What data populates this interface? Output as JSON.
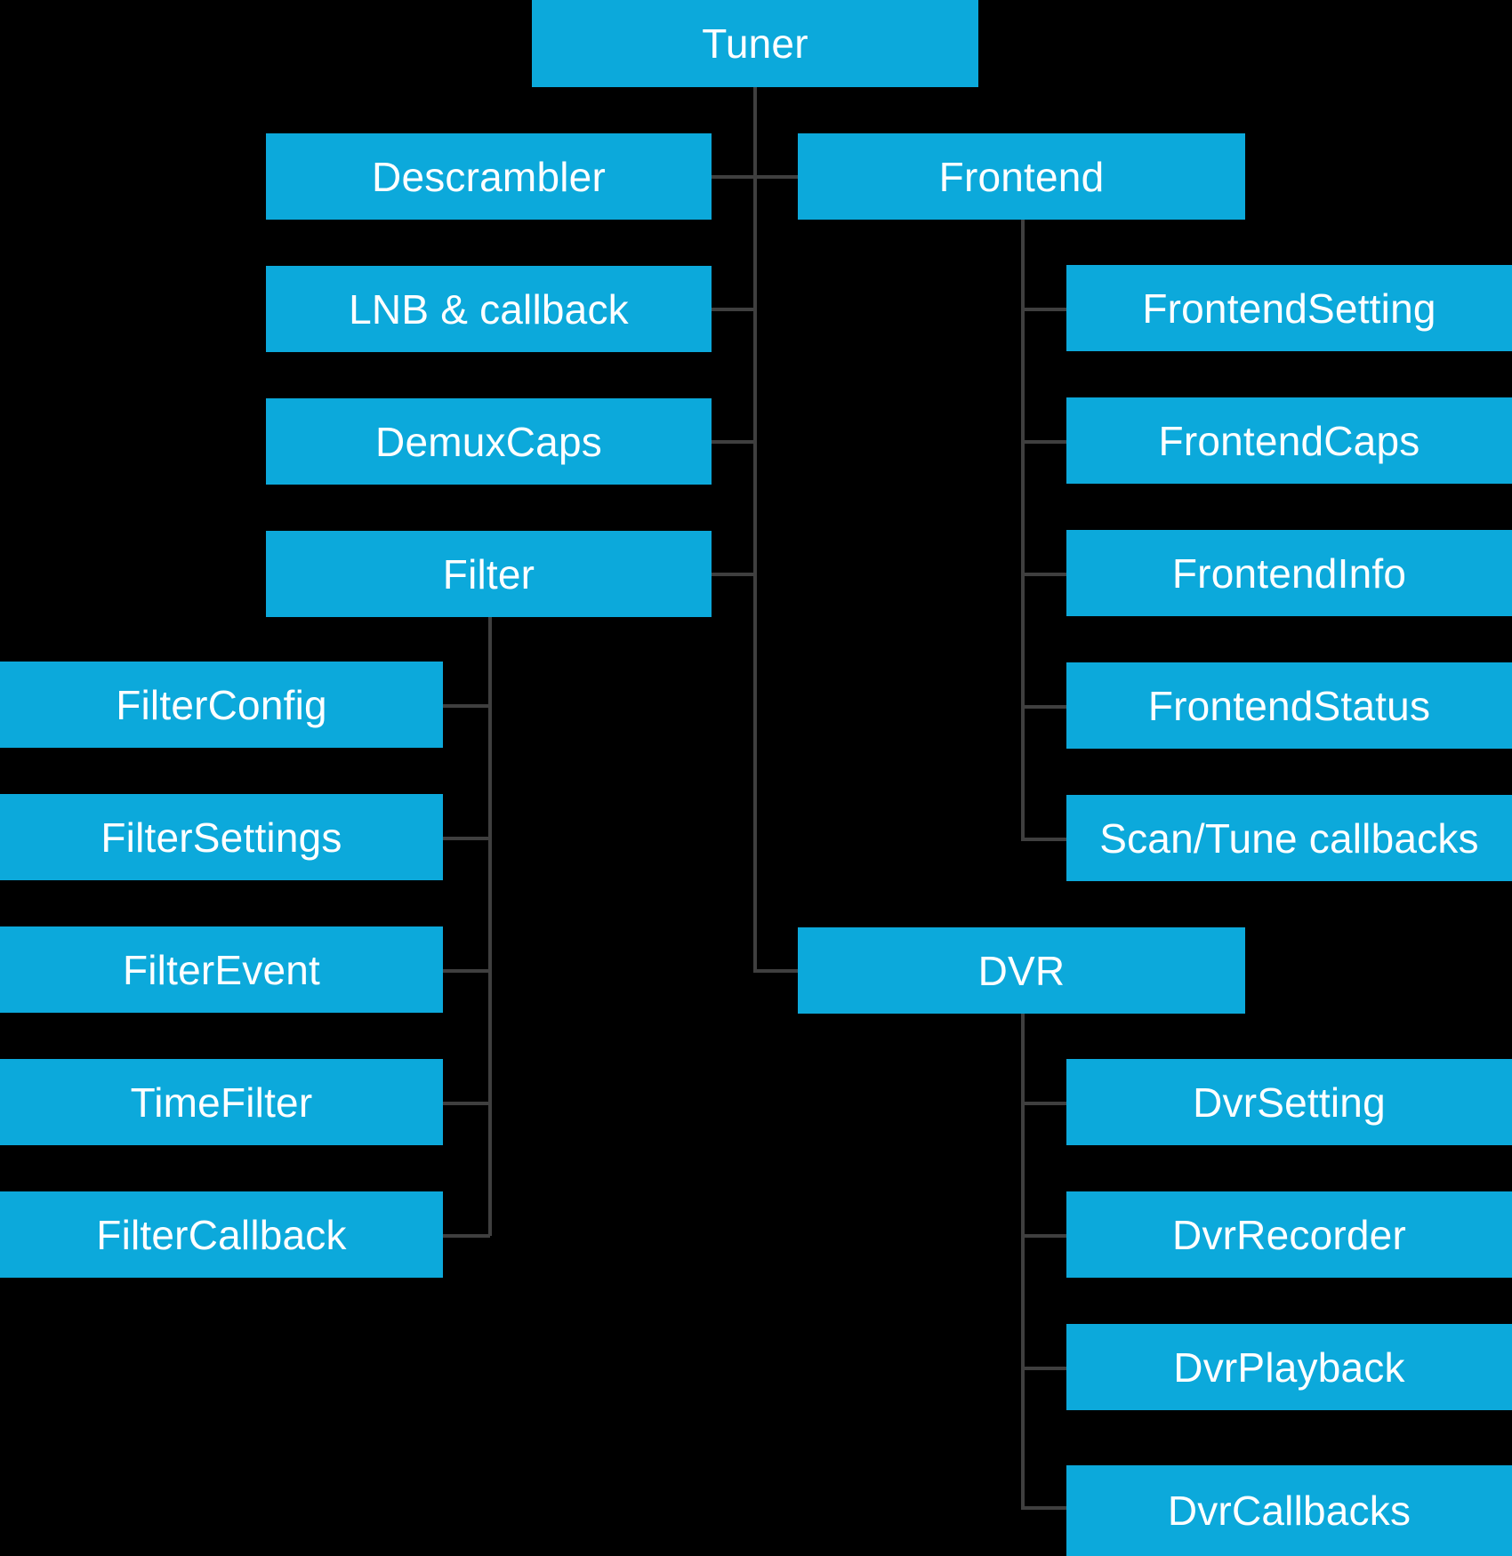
{
  "diagram": {
    "type": "tree",
    "title": "Tuner",
    "colors": {
      "node_fill": "#0ca9db",
      "node_text": "#ffffff",
      "background": "#000000",
      "edge": "#3f3f3f"
    },
    "root": {
      "label": "Tuner"
    },
    "tuner_children": [
      {
        "label": "Descrambler"
      },
      {
        "label": "LNB & callback"
      },
      {
        "label": "DemuxCaps"
      },
      {
        "label": "Filter"
      },
      {
        "label": "Frontend"
      },
      {
        "label": "DVR"
      }
    ],
    "filter_children": [
      {
        "label": "FilterConfig"
      },
      {
        "label": "FilterSettings"
      },
      {
        "label": "FilterEvent"
      },
      {
        "label": "TimeFilter"
      },
      {
        "label": "FilterCallback"
      }
    ],
    "frontend_children": [
      {
        "label": "FrontendSetting"
      },
      {
        "label": "FrontendCaps"
      },
      {
        "label": "FrontendInfo"
      },
      {
        "label": "FrontendStatus"
      },
      {
        "label": "Scan/Tune callbacks"
      }
    ],
    "dvr_children": [
      {
        "label": "DvrSetting"
      },
      {
        "label": "DvrRecorder"
      },
      {
        "label": "DvrPlayback"
      },
      {
        "label": "DvrCallbacks"
      }
    ]
  }
}
